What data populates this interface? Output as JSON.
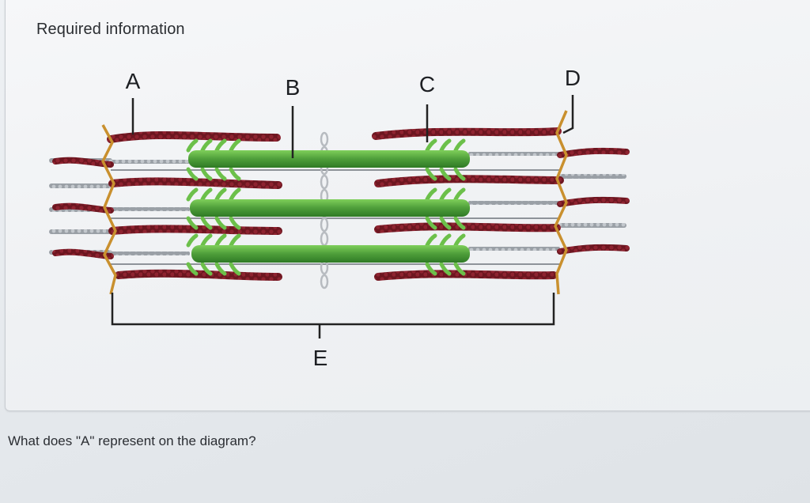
{
  "card": {
    "title": "Required information"
  },
  "diagram": {
    "labels": {
      "a": "A",
      "b": "B",
      "c": "C",
      "d": "D",
      "e": "E"
    }
  },
  "question": {
    "text": "What does \"A\" represent on the diagram?"
  },
  "colors": {
    "thick_filament": "#4e9e3a",
    "myosin_head": "#6cc04a",
    "actin": "#7a1a24",
    "z_disc": "#c9902e",
    "titin": "#8b8f94",
    "m_line": "#b9bdc2",
    "bracket": "#222222"
  }
}
